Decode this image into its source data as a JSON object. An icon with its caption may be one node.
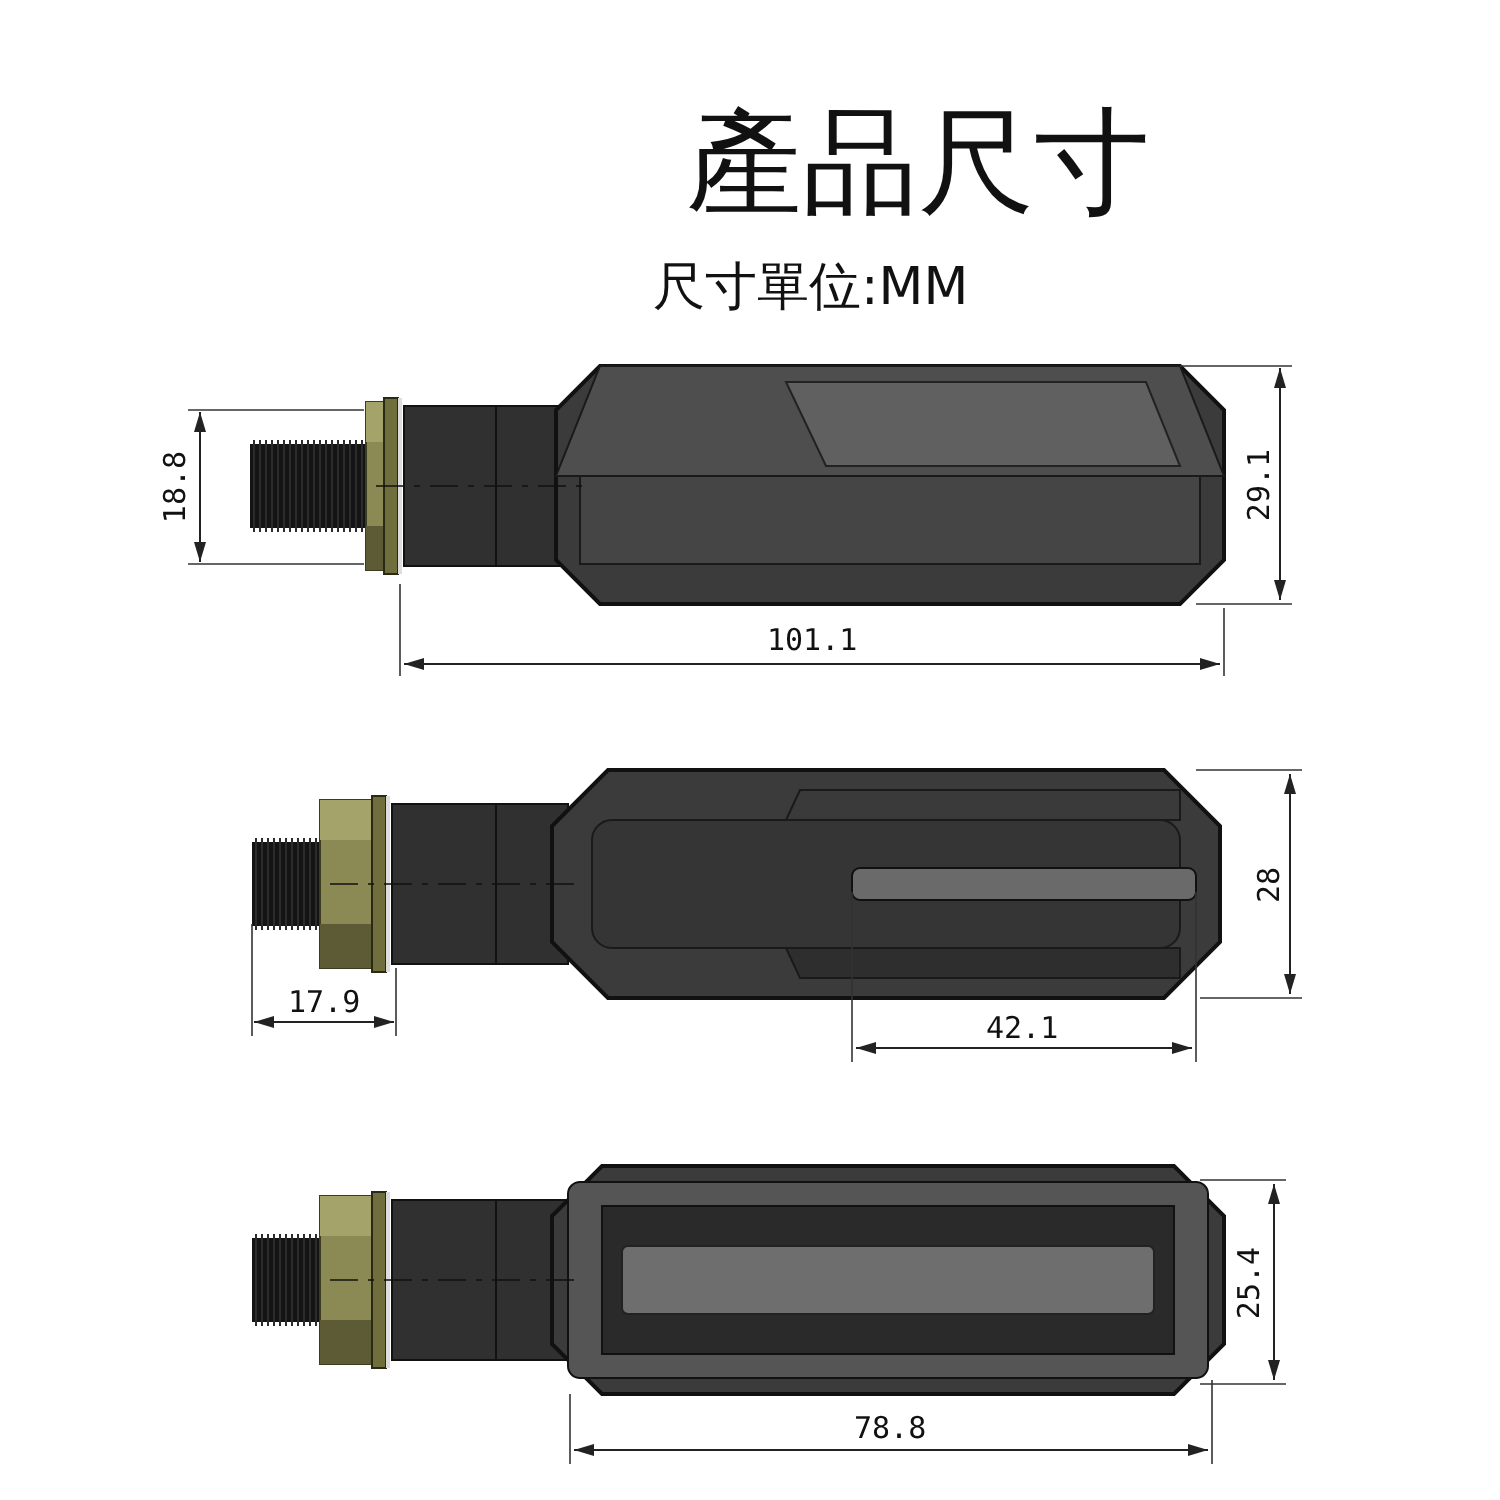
{
  "diagram": {
    "title": "產品尺寸",
    "labels": [
      "尺寸單位:MM",
      "18.8",
      "29.1",
      "101.1",
      "17.9",
      "28",
      "42.1",
      "25.4",
      "78.8"
    ]
  }
}
